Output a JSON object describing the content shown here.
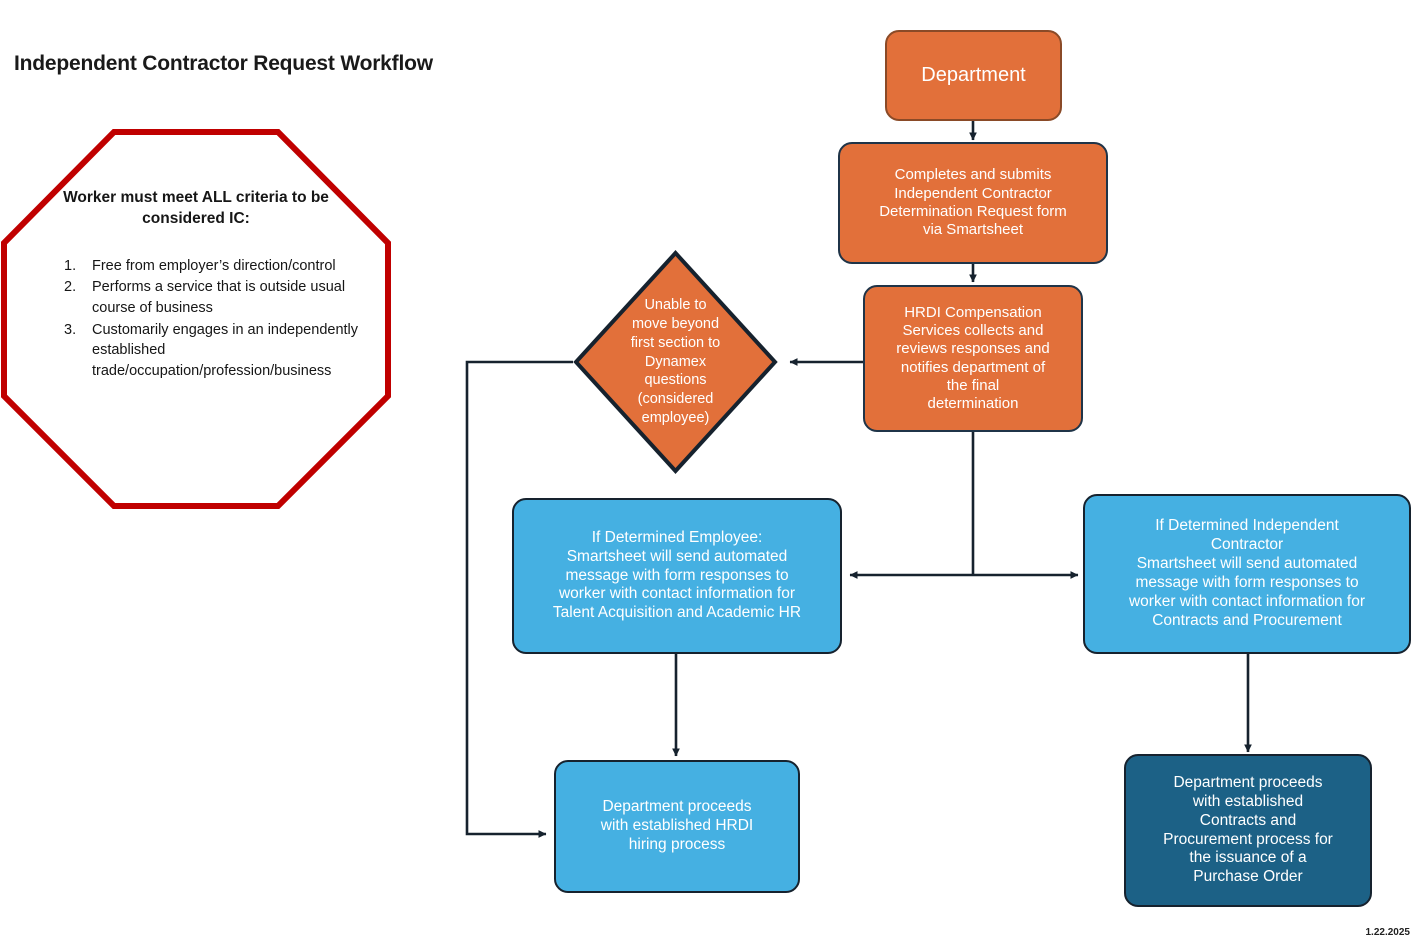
{
  "page": {
    "title": "Independent Contractor Request Workflow",
    "date_stamp": "1.22.2025",
    "background": "#FFFFFF"
  },
  "colors": {
    "orange": "#E2703A",
    "light_blue": "#45B0E2",
    "dark_blue": "#1C6186",
    "red_outline": "#C00000",
    "edge_stroke": "#16222E",
    "title_text": "#1A1A1A"
  },
  "callout": {
    "shape": "octagon",
    "outline_color": "#C00000",
    "heading": "Worker must meet ALL criteria\nto be considered IC:",
    "criteria": [
      {
        "num": "1.",
        "text": "Free from employer’s direction/control"
      },
      {
        "num": "2.",
        "text": "Performs a service that is outside usual course of business"
      },
      {
        "num": "3.",
        "text": "Customarily engages in an independently established trade/occupation/profession/business"
      }
    ]
  },
  "flow": {
    "nodes": [
      {
        "id": "department",
        "label": "Department",
        "shape": "rounded-rect",
        "color": "orange",
        "font_size": "20px"
      },
      {
        "id": "submit-form",
        "label": "Completes and submits\nIndependent Contractor\nDetermination Request form\nvia Smartsheet",
        "shape": "rounded-rect",
        "color": "orange",
        "font_size": "15px"
      },
      {
        "id": "hrdi-review",
        "label": "HRDI Compensation\nServices collects and\nreviews responses and\nnotifies department of\nthe final\ndetermination",
        "shape": "rounded-rect",
        "color": "orange",
        "font_size": "15px"
      },
      {
        "id": "unable-to-proceed",
        "label": "Unable to\nmove beyond\nfirst section to\nDynamex\nquestions\n(considered\nemployee)",
        "shape": "diamond",
        "color": "orange",
        "font_size": "14.5px"
      },
      {
        "id": "determined-employee",
        "label": "If Determined Employee:\nSmartsheet will send automated\nmessage with form responses to\nworker with contact information for\nTalent Acquisition and Academic HR",
        "shape": "rounded-rect",
        "color": "light_blue",
        "font_size": "15.5px"
      },
      {
        "id": "determined-contractor",
        "label": "If Determined Independent\nContractor\nSmartsheet will send automated\nmessage with form responses to\nworker with contact information for\nContracts and Procurement",
        "shape": "rounded-rect",
        "color": "light_blue",
        "font_size": "15.5px"
      },
      {
        "id": "hrdi-hiring",
        "label": "Department proceeds\nwith established HRDI\nhiring process",
        "shape": "rounded-rect",
        "color": "light_blue",
        "font_size": "15.5px"
      },
      {
        "id": "purchase-order",
        "label": "Department proceeds\nwith established\nContracts and\nProcurement process for\nthe issuance of a\nPurchase Order",
        "shape": "rounded-rect",
        "color": "dark_blue",
        "font_size": "15.5px"
      }
    ],
    "edges": [
      {
        "from": "department",
        "to": "submit-form",
        "type": "straight-down"
      },
      {
        "from": "submit-form",
        "to": "hrdi-review",
        "type": "straight-down"
      },
      {
        "from": "hrdi-review",
        "to": "unable-to-proceed",
        "type": "straight-left"
      },
      {
        "from": "hrdi-review",
        "to": "determined-employee",
        "type": "split-down-left"
      },
      {
        "from": "hrdi-review",
        "to": "determined-contractor",
        "type": "split-down-right"
      },
      {
        "from": "determined-employee",
        "to": "hrdi-hiring",
        "type": "straight-down"
      },
      {
        "from": "determined-contractor",
        "to": "purchase-order",
        "type": "straight-down"
      },
      {
        "from": "unable-to-proceed",
        "to": "hrdi-hiring",
        "type": "elbow-left-down-right"
      }
    ]
  }
}
